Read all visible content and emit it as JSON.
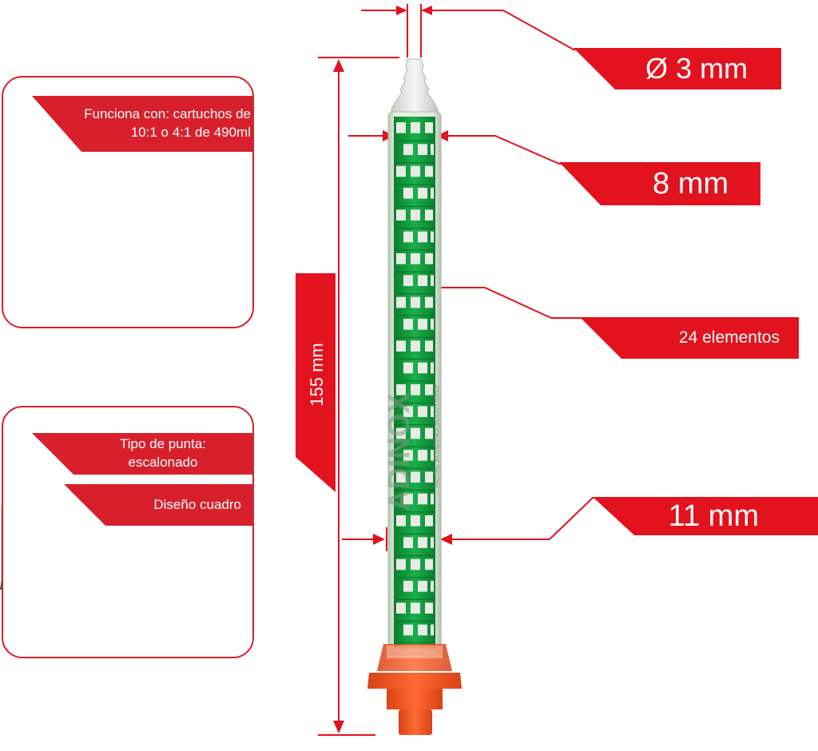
{
  "callouts": {
    "cartridges": "Funciona con: cartuchos de 10:1 o 4:1 de 490ml",
    "tip_type": "Tipo de punta: escalonado",
    "design": "Diseño cuadro",
    "elements": "24 elementos"
  },
  "dimensions": {
    "tip_diameter": "Ø 3 mm",
    "tube_width": "8 mm",
    "outer_width": "11 mm",
    "length": "155 mm"
  },
  "brand": {
    "logo_text": "ADINOX",
    "tagline": "METAL BONDING SOLUTIONS"
  },
  "colors": {
    "accent_red": "#e3121f",
    "mixer_green": "#12a03e",
    "base_orange": "#f05a28"
  }
}
